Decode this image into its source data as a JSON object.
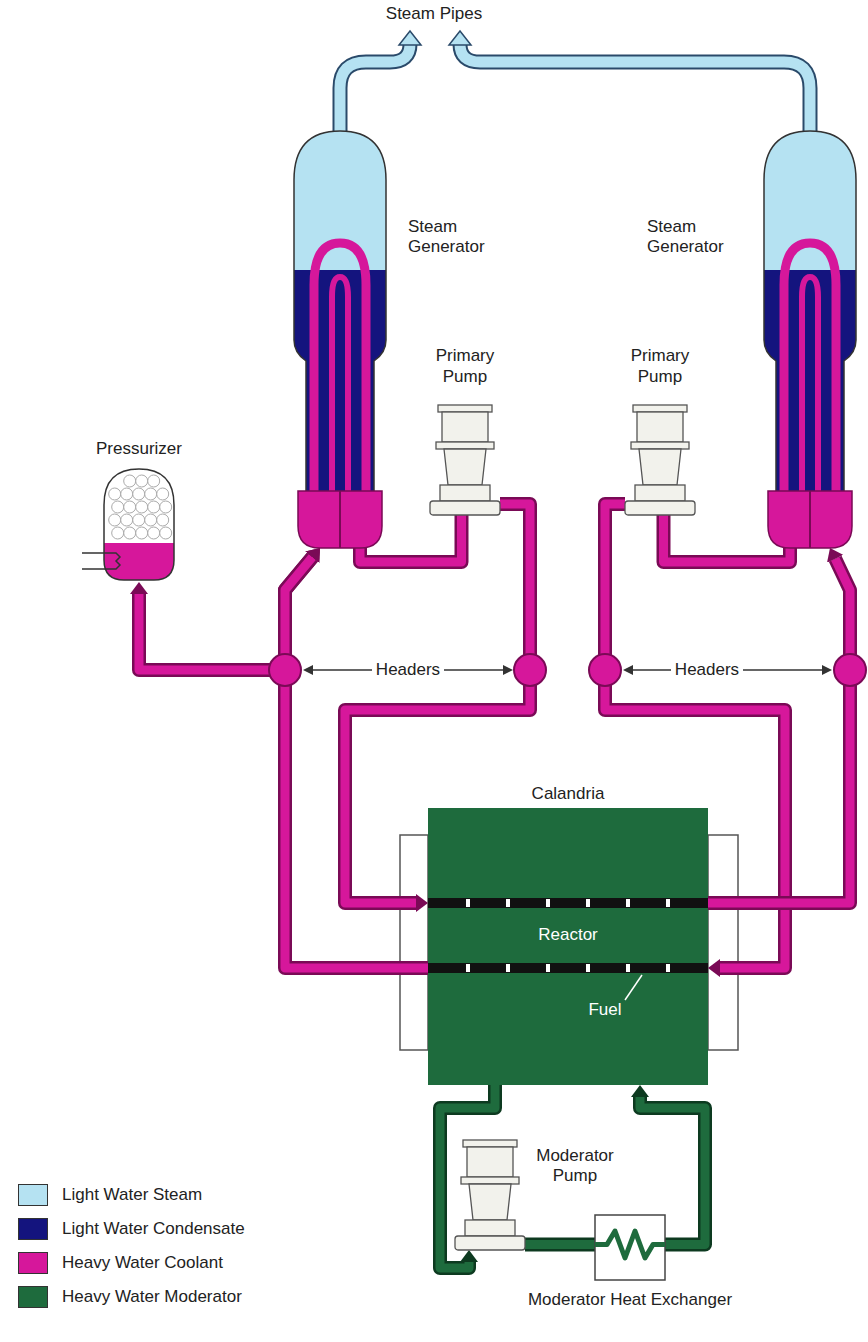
{
  "diagram": {
    "nodes": [
      {
        "text": [
          "Steam Generator"
        ]
      },
      {
        "text": [
          "Primary Pump"
        ]
      },
      {
        "text": [
          "Pressurizer"
        ]
      },
      {
        "text": [
          "Steam Generator"
        ]
      },
      {
        "text": [
          "Primary Pump"
        ]
      },
      {
        "text": [
          "Calandria",
          "Reactor"
        ]
      },
      {
        "text": [
          "Moderator Pump"
        ]
      },
      {
        "text": [
          "Moderator Heat Exchanger"
        ]
      }
    ],
    "edges": [
      {
        "from": 0,
        "to": 1,
        "arrow": "none"
      },
      {
        "from": 1,
        "to": 5,
        "arrow": "to"
      },
      {
        "from": 5,
        "to": 0,
        "arrow": "to"
      },
      {
        "from": 2,
        "to": 0,
        "arrow": "both"
      },
      {
        "from": 3,
        "to": 4,
        "arrow": "none"
      },
      {
        "from": 4,
        "to": 5,
        "arrow": "to"
      },
      {
        "from": 5,
        "to": 3,
        "arrow": "to"
      },
      {
        "from": 5,
        "to": 6,
        "arrow": "to"
      },
      {
        "from": 6,
        "to": 7,
        "arrow": "none"
      },
      {
        "from": 7,
        "to": 5,
        "arrow": "to"
      }
    ],
    "labels": [
      "Steam Pipes",
      "Headers",
      "Headers",
      "Fuel"
    ],
    "legend": [
      {
        "text": "Light Water Steam",
        "color": "#b5e2f2"
      },
      {
        "text": "Light Water Condensate",
        "color": "#14147e"
      },
      {
        "text": "Heavy Water Coolant",
        "color": "#d6179b"
      },
      {
        "text": "Heavy Water Moderator",
        "color": "#1e6b3d"
      }
    ]
  }
}
